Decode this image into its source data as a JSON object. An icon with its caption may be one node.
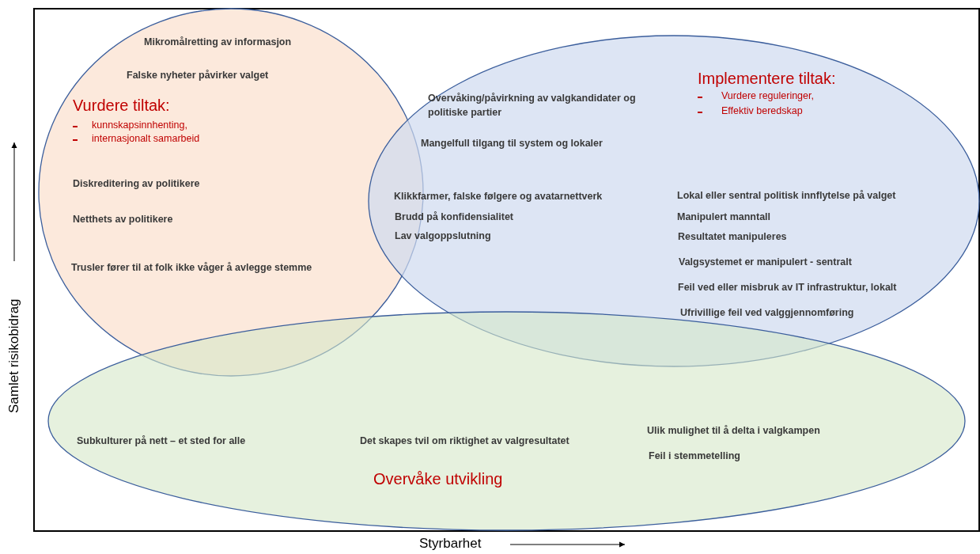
{
  "diagram": {
    "nodes": [
      {
        "text": [
          "Vurdere tiltak:",
          "kunnskapsinnhenting,",
          "internasjonalt samarbeid"
        ]
      },
      {
        "text": [
          "Implementere tiltak:",
          "Vurdere reguleringer,",
          "Effektiv beredskap"
        ]
      },
      {
        "text": [
          "Overvåke utvikling"
        ]
      }
    ],
    "labels": [
      "Mikromålretting av informasjon",
      "Falske nyheter påvirker valget",
      "Overvåking/påvirkning av valgkandidater og politiske partier",
      "Mangelfull tilgang til system og lokaler",
      "Diskreditering av politikere",
      "Klikkfarmer, falske følgere og avatarnettverk",
      "Lokal eller sentral politisk innflytelse på valget",
      "Netthets av politikere",
      "Brudd på konfidensialitet",
      "Manipulert manntall",
      "Lav valgoppslutning",
      "Resultatet manipuleres",
      "Trusler fører til at folk ikke våger å avlegge stemme",
      "Valgsystemet er manipulert - sentralt",
      "Feil ved eller misbruk av IT infrastruktur, lokalt",
      "Ufrivillige feil ved valggjennomføring",
      "Subkulturer på nett – et sted for alle",
      "Det skapes tvil om riktighet av valgresultatet",
      "Ulik mulighet til å delta i valgkampen",
      "Feil i stemmetelling",
      "Samlet risikobidrag",
      "Styrbarhet"
    ]
  }
}
